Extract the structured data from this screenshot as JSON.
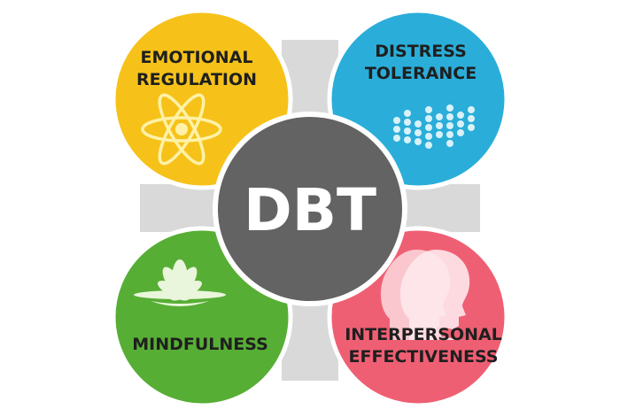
{
  "center": {
    "label": "DBT",
    "color": "#636363"
  },
  "connector_color": "#d9d9d9",
  "quadrants": [
    {
      "id": "emotional-regulation",
      "line1": "EMOTIONAL",
      "line2": "REGULATION",
      "color": "#f6c21a",
      "icon": "atom-icon"
    },
    {
      "id": "distress-tolerance",
      "line1": "DISTRESS",
      "line2": "TOLERANCE",
      "color": "#2aaed9",
      "icon": "wave-dots-icon"
    },
    {
      "id": "mindfulness",
      "line1": "MINDFULNESS",
      "line2": "",
      "color": "#57ae35",
      "icon": "lotus-icon"
    },
    {
      "id": "interpersonal-effectiveness",
      "line1": "INTERPERSONAL",
      "line2": "EFFECTIVENESS",
      "color": "#ef5f73",
      "icon": "faces-icon"
    }
  ]
}
